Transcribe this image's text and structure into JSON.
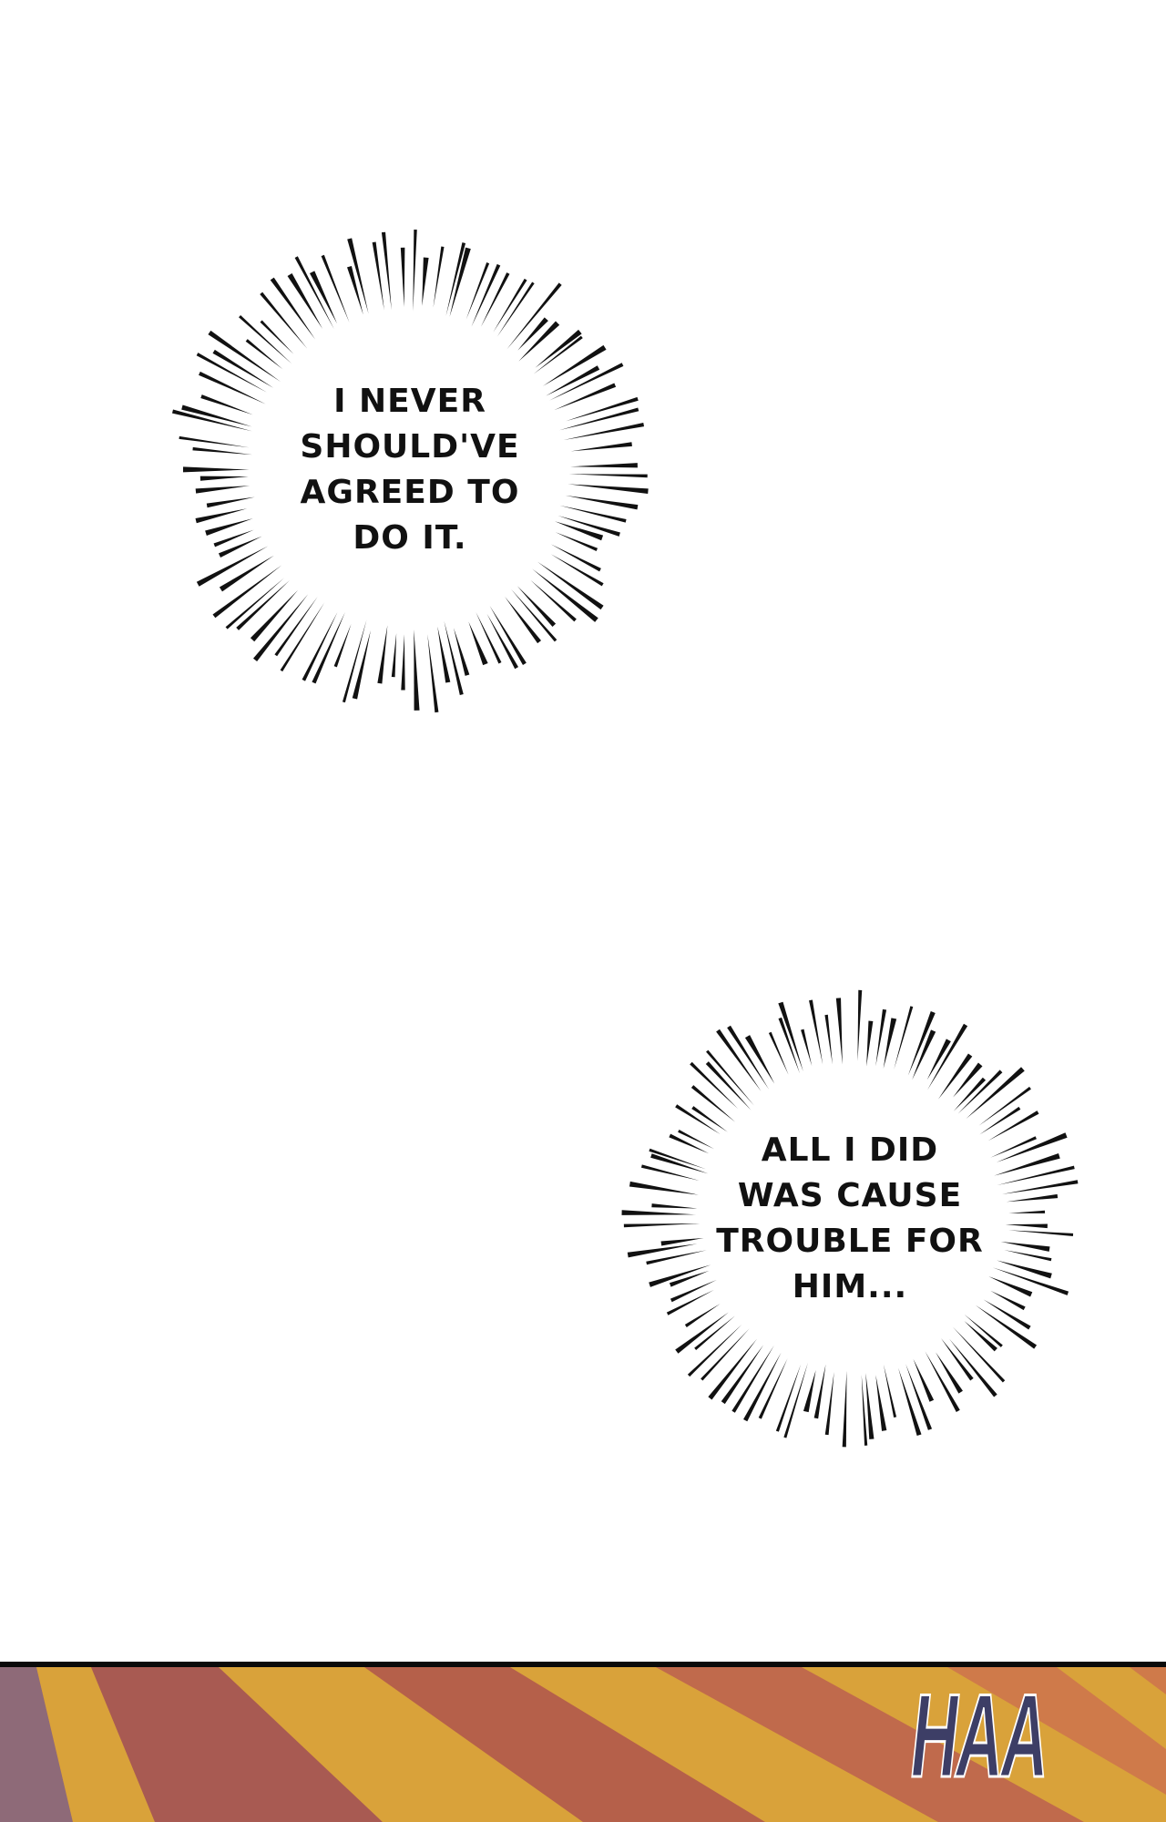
{
  "bubbles": [
    {
      "lines": [
        "I NEVER",
        "SHOULD'VE",
        "AGREED TO",
        "DO IT."
      ]
    },
    {
      "lines": [
        "ALL I DID",
        "WAS CAUSE",
        "TROUBLE FOR",
        "HIM..."
      ]
    }
  ],
  "sfx": "HAA",
  "colors": {
    "stripe_yellow": "#d9a23a",
    "stripe_red": "#b5604a",
    "stripe_orange": "#cf7a4a",
    "purple": "#8e6a78",
    "sfx_fill": "#3d3e66"
  }
}
